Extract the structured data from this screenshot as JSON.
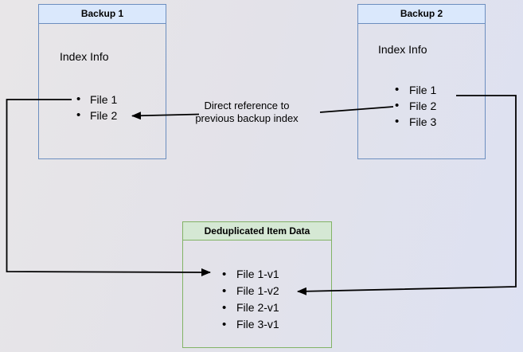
{
  "backup1": {
    "title": "Backup 1",
    "index_label": "Index Info",
    "files": [
      "File 1",
      "File 2"
    ]
  },
  "backup2": {
    "title": "Backup 2",
    "index_label": "Index Info",
    "files": [
      "File 1",
      "File 2",
      "File 3"
    ]
  },
  "dedup": {
    "title": "Deduplicated Item Data",
    "items": [
      "File 1-v1",
      "File 1-v2",
      "File 2-v1",
      "File 3-v1"
    ]
  },
  "annotation": {
    "line1": "Direct reference to",
    "line2": "previous backup index"
  },
  "colors": {
    "blue_header_fill": "#dae8fc",
    "blue_border": "#6c8ebf",
    "green_header_fill": "#d5e8d4",
    "green_border": "#82b366",
    "arrow": "#000000",
    "background_left": "#e8e6e8",
    "background_right": "#dde1f2"
  }
}
